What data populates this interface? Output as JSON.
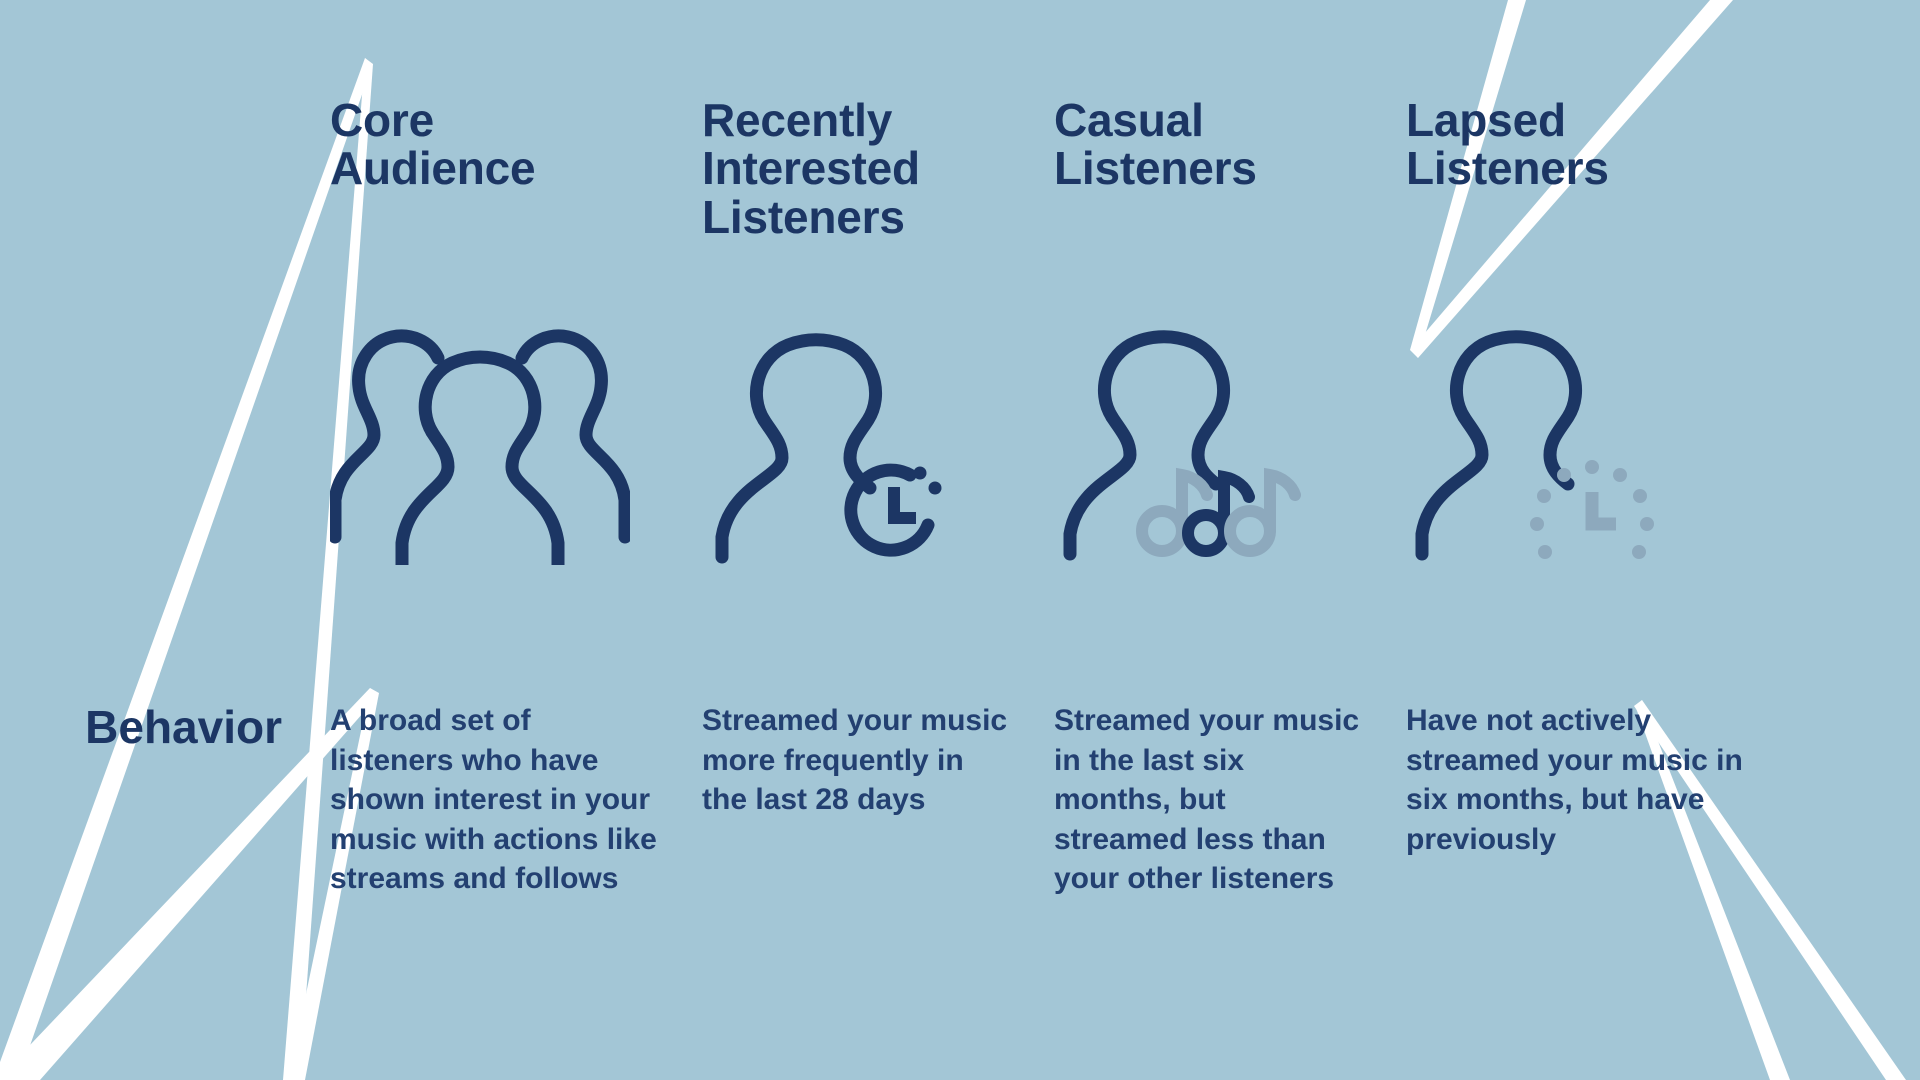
{
  "theme": {
    "background_color": "#a3c6d6",
    "heading_color": "#1c3664",
    "body_text_color": "#234071",
    "icon_color": "#1c3664",
    "icon_muted_color": "#8da9bd",
    "accent_line_color": "#ffffff"
  },
  "row_labels": {
    "behavior": "Behavior"
  },
  "columns": [
    {
      "heading": "Core\nAudience",
      "icon": "three-people-icon",
      "behavior": "A broad set of listeners who have shown interest in your music with actions like streams and follows"
    },
    {
      "heading": "Recently\nInterested\nListeners",
      "icon": "person-with-clock-icon",
      "behavior": "Streamed your music more frequently in the last 28 days"
    },
    {
      "heading": "Casual\nListeners",
      "icon": "person-with-music-notes-icon",
      "behavior": "Streamed your music in the last six months, but streamed less than your other listeners"
    },
    {
      "heading": "Lapsed\nListeners",
      "icon": "person-with-dotted-clock-icon",
      "behavior": "Have not actively streamed your music in six months, but have previously"
    }
  ]
}
